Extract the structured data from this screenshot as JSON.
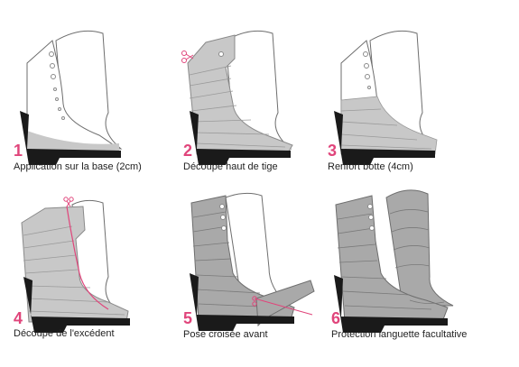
{
  "steps": [
    {
      "number": "1",
      "caption": "Application sur la base (2cm)"
    },
    {
      "number": "2",
      "caption": "Découpe haut de tige"
    },
    {
      "number": "3",
      "caption": "Renfort botte (4cm)"
    },
    {
      "number": "4",
      "caption": "Découpe de l'excédent"
    },
    {
      "number": "5",
      "caption": "Pose croisée avant"
    },
    {
      "number": "6",
      "caption": "Protection languette facultative"
    }
  ],
  "colors": {
    "accent": "#e0457b",
    "tape": "#c8c8c8",
    "tape_dark": "#a9a9a9",
    "sole": "#1a1a1a",
    "outline": "#6e6e6e"
  }
}
